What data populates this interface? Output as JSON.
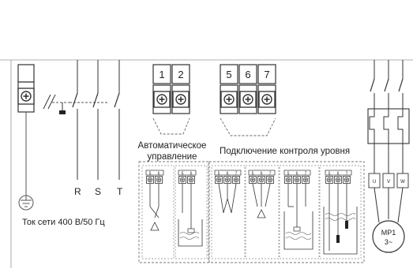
{
  "labels": {
    "mains": "Ток сети 400 В/50 Гц",
    "auto_line1": "Автоматическое",
    "auto_line2": "управление",
    "level": "Подключение контроля уровня"
  },
  "phases": [
    "R",
    "S",
    "T"
  ],
  "terminals": {
    "auto": [
      "1",
      "2"
    ],
    "level": [
      "5",
      "6",
      "7"
    ]
  },
  "small_terminals": {
    "two": [
      "5",
      "6"
    ],
    "three": [
      "5",
      "6",
      "7"
    ]
  },
  "motor": {
    "terminals": [
      "U",
      "V",
      "W"
    ],
    "name": "МР1",
    "phase": "3~"
  },
  "colors": {
    "line": "#333333",
    "dash": "#666666",
    "background": "#ffffff"
  }
}
